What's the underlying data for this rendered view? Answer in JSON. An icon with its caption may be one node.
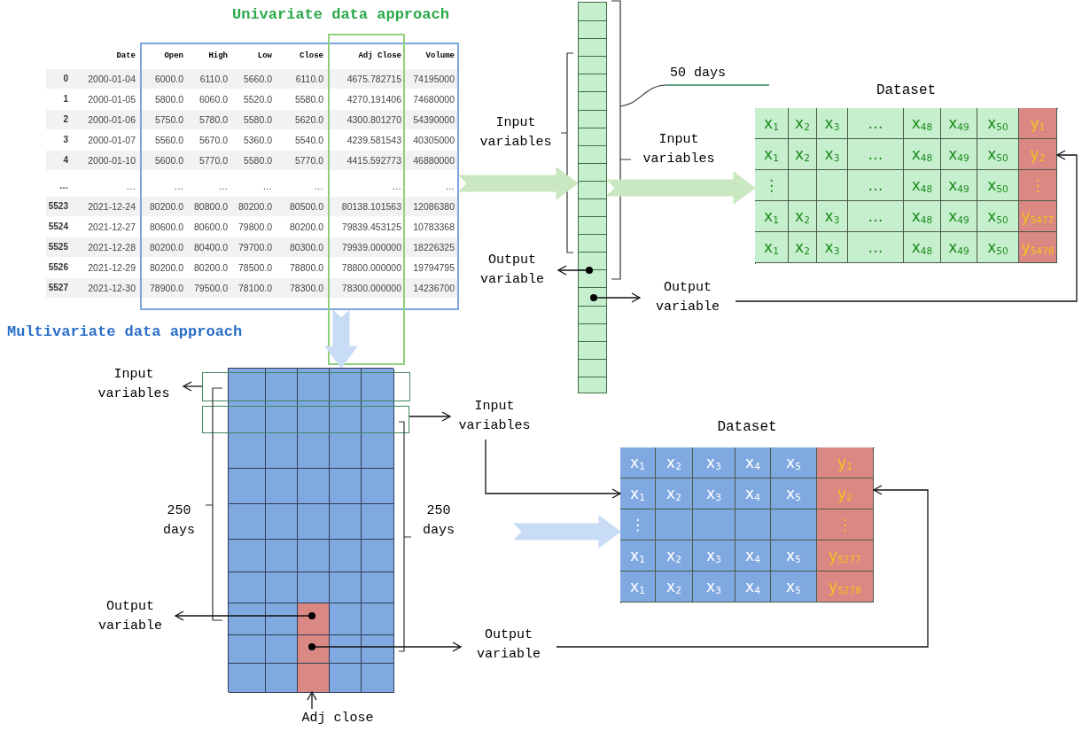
{
  "diagram": {
    "nodes": [
      {
        "text": [],
        "shape": "box"
      },
      {
        "text": [],
        "shape": "box"
      },
      {
        "text": [],
        "shape": "bar"
      },
      {
        "text": [
          "Dataset",
          "x$_{1}$",
          "x$_{2}$",
          "x$_{3}$",
          "…",
          "x$_{48}$",
          "x$_{49}$",
          "x$_{50}$",
          "y$_{1}$",
          "x$_{1}$",
          "x$_{2}$",
          "x$_{3}$",
          "…",
          "x$_{48}$",
          "x$_{49}$",
          "x$_{50}$",
          "y$_{2}$",
          "⋮",
          "…",
          "x$_{48}$",
          "x$_{49}$",
          "x$_{50}$",
          "⋮",
          "x$_{1}$",
          "x$_{2}$",
          "x$_{3}$",
          "…",
          "x$_{48}$",
          "x$_{49}$",
          "x$_{50}$",
          "y$_{5477}$",
          "x$_{1}$",
          "x$_{2}$",
          "x$_{3}$",
          "…",
          "x$_{48}$",
          "x$_{49}$",
          "x$_{50}$",
          "y$_{5478}$"
        ]
      },
      {
        "text": [
          "Output variable"
        ]
      },
      {
        "text": [
          "Output variable"
        ]
      },
      {
        "text": [],
        "shape": "box"
      },
      {
        "text": [],
        "shape": "box"
      },
      {
        "text": [],
        "shape": "box"
      },
      {
        "text": [
          "Input variables"
        ]
      },
      {
        "text": [
          "Input variables"
        ]
      },
      {
        "text": [
          "Output variable"
        ]
      },
      {
        "text": [
          "Output variable"
        ]
      },
      {
        "text": [
          "Adj close"
        ]
      },
      {
        "text": [
          "Dataset",
          "x$_{1}$",
          "x$_{2}$",
          "x$_{3}$",
          "x$_{4}$",
          "x$_{5}$",
          "y$_{1}$",
          "x$_{1}$",
          "x$_{2}$",
          "x$_{3}$",
          "x$_{4}$",
          "x$_{5}$",
          "y$_{2}$",
          "⋮",
          "⋮",
          "x$_{1}$",
          "x$_{2}$",
          "x$_{3}$",
          "x$_{4}$",
          "x$_{5}$",
          "y$_{5277}$",
          "x$_{1}$",
          "x$_{2}$",
          "x$_{3}$",
          "x$_{4}$",
          "x$_{5}$",
          "y$_{5278}$"
        ]
      }
    ],
    "edges": [
      {
        "from": 0,
        "to": 2,
        "arrow": "to",
        "style": "thick",
        "color": "#c9e7c0"
      },
      {
        "from": 2,
        "to": 3,
        "arrow": "to",
        "style": "thick",
        "color": "#c9e7c0",
        "label": "Input variables"
      },
      {
        "from": 2,
        "to": 4,
        "arrow": "to"
      },
      {
        "from": 2,
        "to": 5,
        "arrow": "to"
      },
      {
        "from": 5,
        "to": 3,
        "arrow": "to"
      },
      {
        "from": 0,
        "to": 6,
        "arrow": "to",
        "style": "thick",
        "color": "#c9dcf5"
      },
      {
        "from": 7,
        "to": 9,
        "arrow": "to"
      },
      {
        "from": 8,
        "to": 10,
        "arrow": "to"
      },
      {
        "from": 10,
        "to": 14,
        "arrow": "to"
      },
      {
        "from": 6,
        "to": 11,
        "arrow": "to"
      },
      {
        "from": 6,
        "to": 12,
        "arrow": "to"
      },
      {
        "from": 12,
        "to": 14,
        "arrow": "to"
      },
      {
        "from": 13,
        "to": 6,
        "arrow": "to"
      },
      {
        "from": null,
        "to": 14,
        "arrow": "to",
        "style": "thick",
        "color": "#c9dcf5"
      }
    ],
    "labels": [
      "Univariate data approach",
      "Multivariate data approach",
      "Input variables",
      "50 days",
      "250 days",
      "250 days",
      "Date",
      "Open",
      "High",
      "Low",
      "Close",
      "Adj Close",
      "Volume",
      "0",
      "2000-01-04",
      "6000.0",
      "6110.0",
      "5660.0",
      "6110.0",
      "4675.782715",
      "74195000",
      "1",
      "2000-01-05",
      "5800.0",
      "6060.0",
      "5520.0",
      "5580.0",
      "4270.191406",
      "74680000",
      "2",
      "2000-01-06",
      "5750.0",
      "5780.0",
      "5580.0",
      "5620.0",
      "4300.801270",
      "54390000",
      "3",
      "2000-01-07",
      "5560.0",
      "5670.0",
      "5360.0",
      "5540.0",
      "4239.581543",
      "40305000",
      "4",
      "2000-01-10",
      "5600.0",
      "5770.0",
      "5580.0",
      "5770.0",
      "4415.592773",
      "46880000",
      "…",
      "…",
      "…",
      "…",
      "…",
      "…",
      "…",
      "…",
      "5523",
      "2021-12-24",
      "80200.0",
      "80800.0",
      "80200.0",
      "80500.0",
      "80138.101563",
      "12086380",
      "5524",
      "2021-12-27",
      "80600.0",
      "80600.0",
      "79800.0",
      "80200.0",
      "79839.453125",
      "10783368",
      "5525",
      "2021-12-28",
      "80200.0",
      "80400.0",
      "79700.0",
      "80300.0",
      "79939.000000",
      "18226325",
      "5526",
      "2021-12-29",
      "80200.0",
      "80200.0",
      "78500.0",
      "78800.0",
      "78800.000000",
      "19794795",
      "5527",
      "2021-12-30",
      "78900.0",
      "79500.0",
      "78100.0",
      "78300.0",
      "78300.000000",
      "14236700"
    ]
  }
}
